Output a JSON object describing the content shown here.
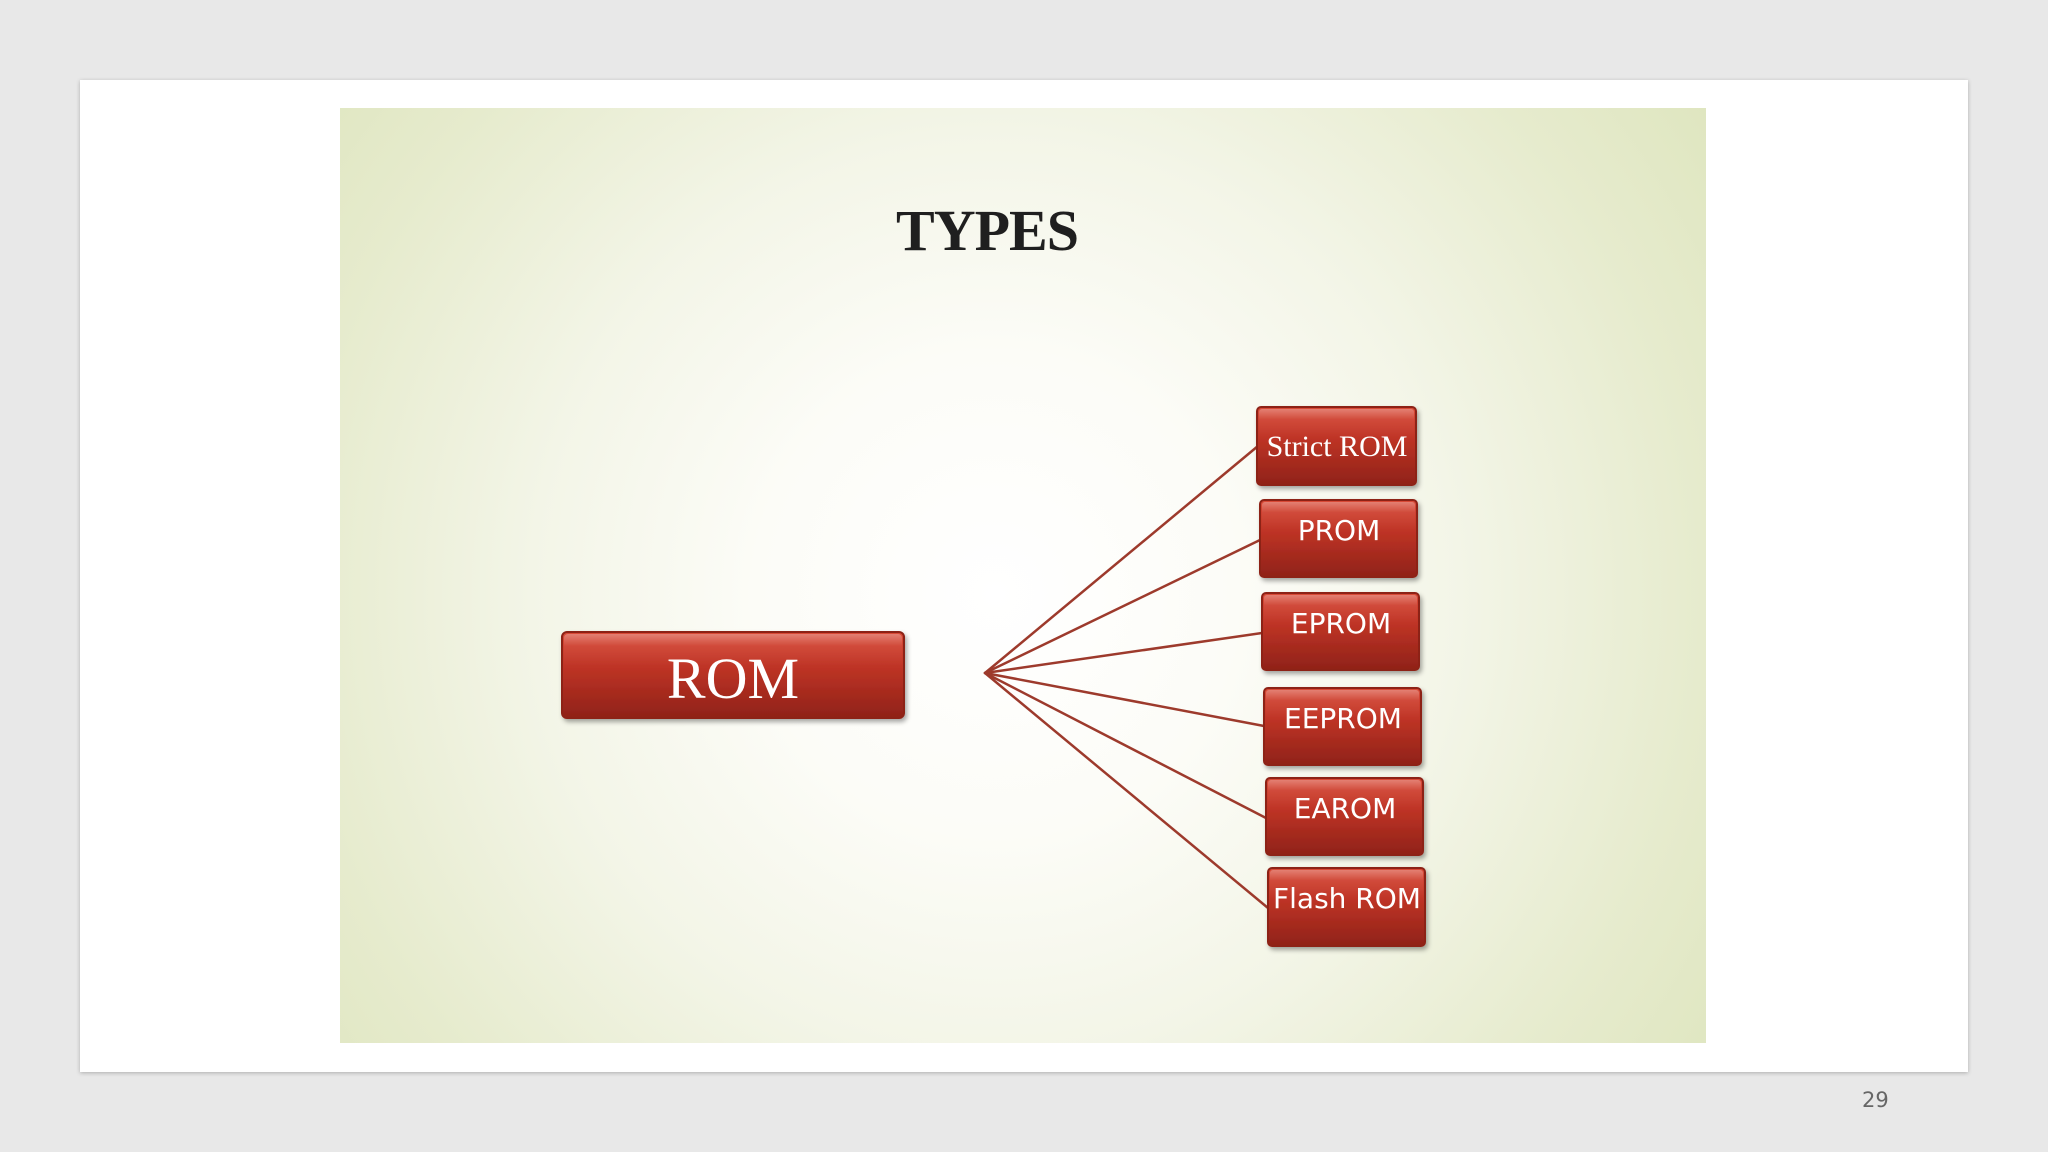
{
  "slide": {
    "title": "TYPES",
    "root": {
      "label": "ROM"
    },
    "children": [
      {
        "label": "Strict ROM"
      },
      {
        "label": "PROM"
      },
      {
        "label": "EPROM"
      },
      {
        "label": "EEPROM"
      },
      {
        "label": "EAROM"
      },
      {
        "label": "Flash ROM"
      }
    ]
  },
  "viewer": {
    "page_number": "29"
  },
  "colors": {
    "node_fill": "#b83224",
    "node_dark": "#8d2319",
    "connector": "#9d3a2c",
    "title": "#1f1f1f"
  }
}
